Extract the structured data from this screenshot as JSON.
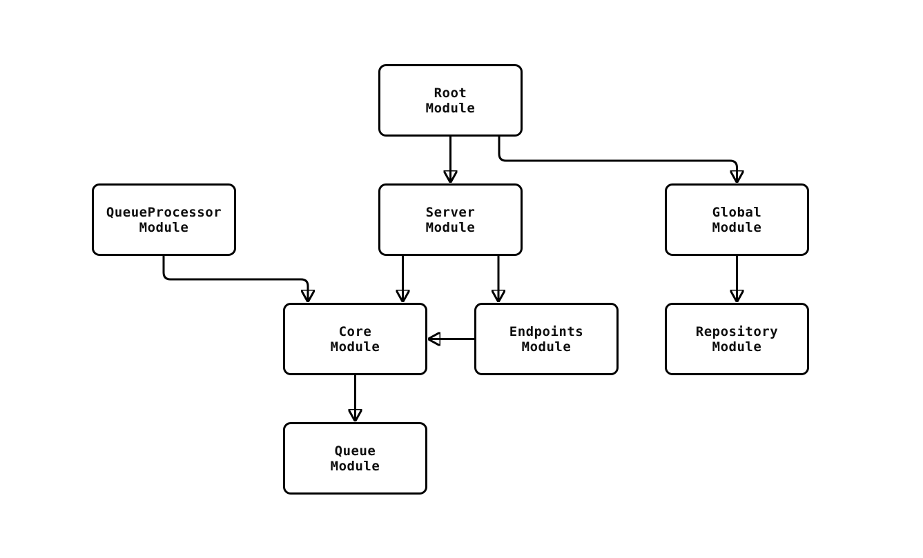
{
  "diagram": {
    "nodes": {
      "root": {
        "label": "Root\nModule"
      },
      "queueprocessor": {
        "label": "QueueProcessor\nModule"
      },
      "server": {
        "label": "Server\nModule"
      },
      "global": {
        "label": "Global\nModule"
      },
      "core": {
        "label": "Core\nModule"
      },
      "endpoints": {
        "label": "Endpoints\nModule"
      },
      "repository": {
        "label": "Repository\nModule"
      },
      "queue": {
        "label": "Queue\nModule"
      }
    },
    "edges": [
      {
        "from": "root",
        "to": "server"
      },
      {
        "from": "root",
        "to": "global"
      },
      {
        "from": "queueprocessor",
        "to": "core"
      },
      {
        "from": "server",
        "to": "core"
      },
      {
        "from": "server",
        "to": "endpoints"
      },
      {
        "from": "endpoints",
        "to": "core"
      },
      {
        "from": "global",
        "to": "repository"
      },
      {
        "from": "core",
        "to": "queue"
      }
    ],
    "colors": {
      "stroke": "#000000",
      "node_fill": "#ffffff",
      "background": "#ffffff"
    }
  }
}
